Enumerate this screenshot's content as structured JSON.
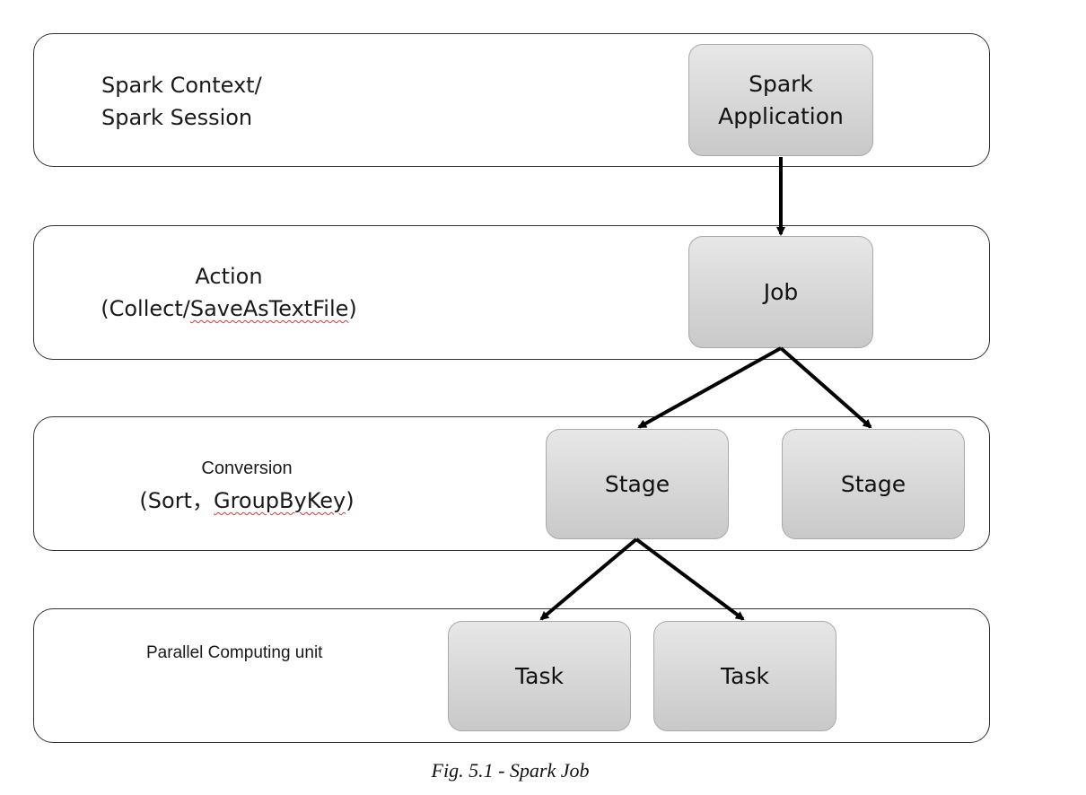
{
  "layers": [
    {
      "label_lines": [
        "Spark Context/",
        "Spark Session"
      ]
    },
    {
      "label_lines": [
        "Action",
        "(Collect/",
        "SaveAsTextFile",
        ")"
      ]
    },
    {
      "label_lines": [
        "Conversion",
        "(Sort，",
        "GroupByKey",
        ")"
      ]
    },
    {
      "label_lines": [
        "Parallel Computing unit"
      ]
    }
  ],
  "nodes": {
    "application": {
      "line1": "Spark",
      "line2": "Application"
    },
    "job": {
      "text": "Job"
    },
    "stage_1": {
      "text": "Stage"
    },
    "stage_2": {
      "text": "Stage"
    },
    "task_1": {
      "text": "Task"
    },
    "task_2": {
      "text": "Task"
    }
  },
  "caption": "Fig. 5.1 - Spark Job",
  "colors": {
    "box_fill_top": "#e7e7e7",
    "box_fill_bottom": "#c9c9c9",
    "arrow": "#000000",
    "spell_underline": "#d23b3b"
  }
}
